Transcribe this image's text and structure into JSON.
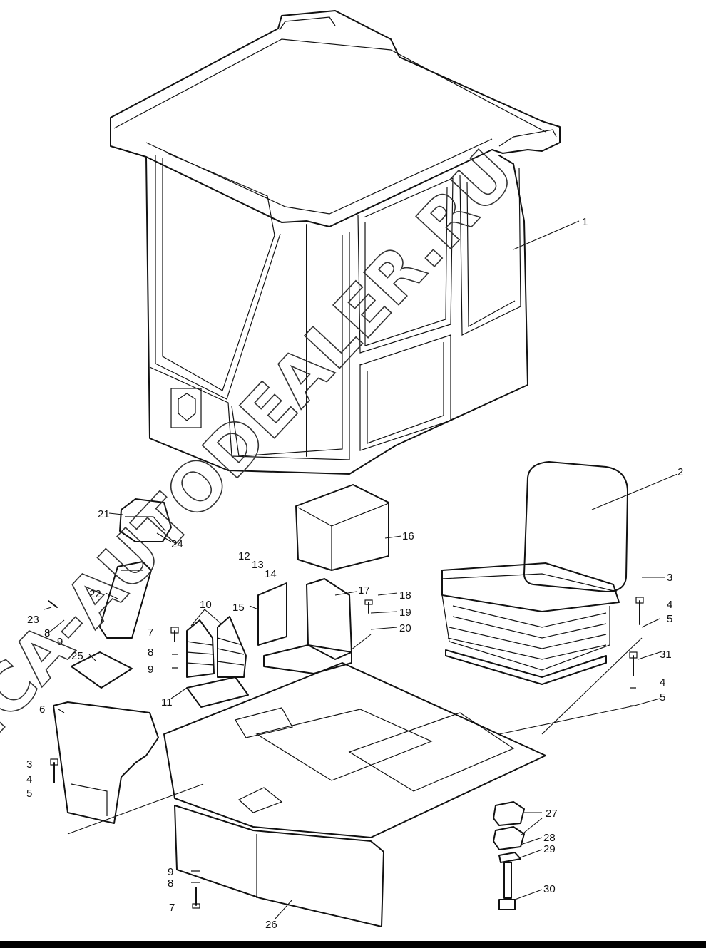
{
  "watermark": "NCA-AUTODEALER.RU",
  "parts": {
    "p1": "1",
    "p2": "2",
    "p3a": "3",
    "p4a": "4",
    "p5a": "5",
    "p31": "31",
    "p4b": "4",
    "p5b": "5",
    "p16": "16",
    "p17": "17",
    "p18": "18",
    "p19": "19",
    "p20": "20",
    "p15": "15",
    "p12": "12",
    "p13": "13",
    "p14": "14",
    "p10": "10",
    "p11": "11",
    "p7a": "7",
    "p8a": "8",
    "p9a": "9",
    "p21": "21",
    "p24": "24",
    "p22": "22",
    "p23": "23",
    "p8b": "8",
    "p9b": "9",
    "p25": "25",
    "p6": "6",
    "p3b": "3",
    "p4c": "4",
    "p5c": "5",
    "p9c": "9",
    "p8c": "8",
    "p7b": "7",
    "p26": "26",
    "p27": "27",
    "p28": "28",
    "p29": "29",
    "p30": "30"
  }
}
